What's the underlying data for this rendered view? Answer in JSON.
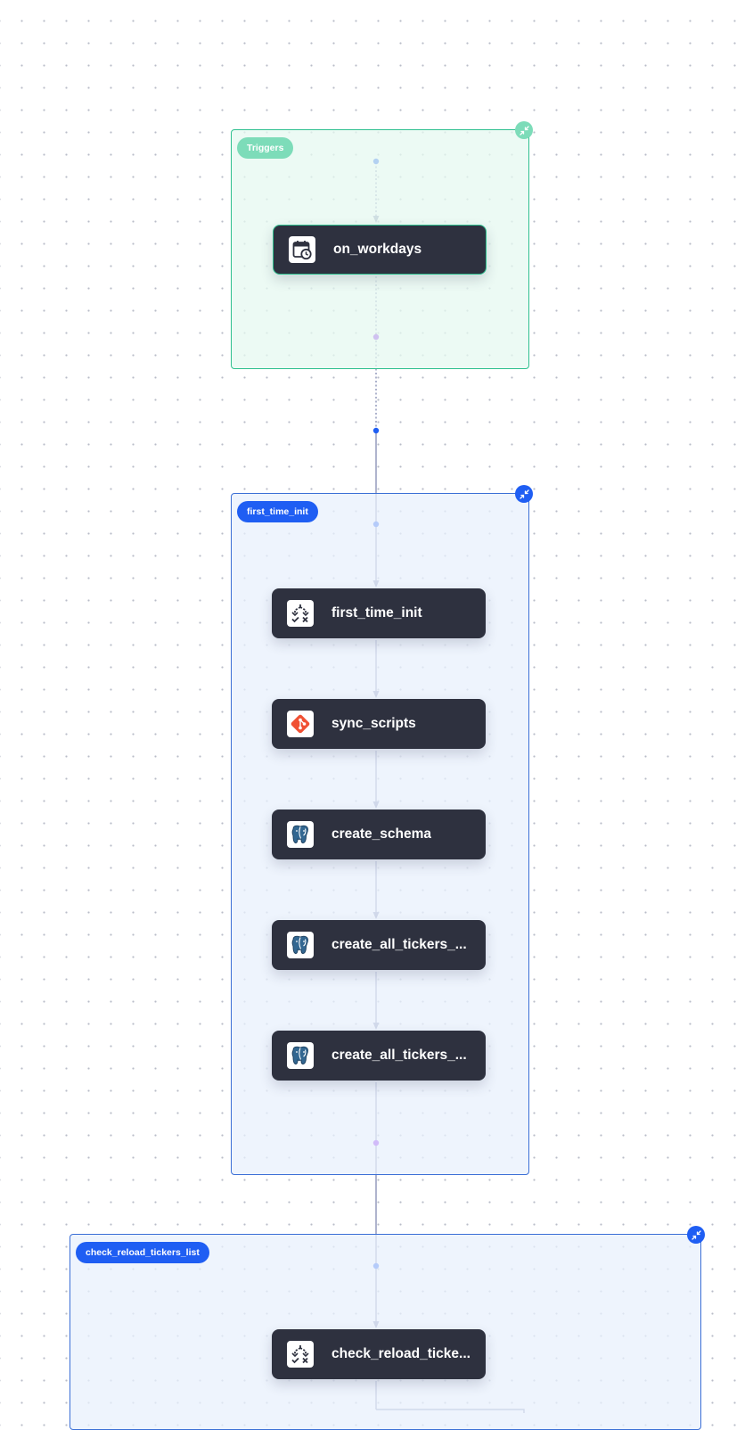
{
  "clusters": {
    "triggers": {
      "label": "Triggers",
      "color": "#2fc08f"
    },
    "first_time_init": {
      "label": "first_time_init",
      "color": "#1f5ef3"
    },
    "check_reload": {
      "label": "check_reload_tickers_list",
      "color": "#1f5ef3"
    }
  },
  "nodes": {
    "on_workdays": {
      "label": "on_workdays",
      "icon": "calendar-clock-icon"
    },
    "first_time_init": {
      "label": "first_time_init",
      "icon": "switch-check-icon"
    },
    "sync_scripts": {
      "label": "sync_scripts",
      "icon": "git-icon"
    },
    "create_schema": {
      "label": "create_schema",
      "icon": "postgresql-icon"
    },
    "create_all_tickers_1": {
      "label": "create_all_tickers_...",
      "icon": "postgresql-icon"
    },
    "create_all_tickers_2": {
      "label": "create_all_tickers_...",
      "icon": "postgresql-icon"
    },
    "check_reload": {
      "label": "check_reload_ticke...",
      "icon": "switch-check-icon"
    }
  },
  "colors": {
    "edge": "#8d94b8",
    "dot_blue": "#1f5ef3",
    "dot_purple": "#8a1df0",
    "node_bg": "#2e313f"
  }
}
